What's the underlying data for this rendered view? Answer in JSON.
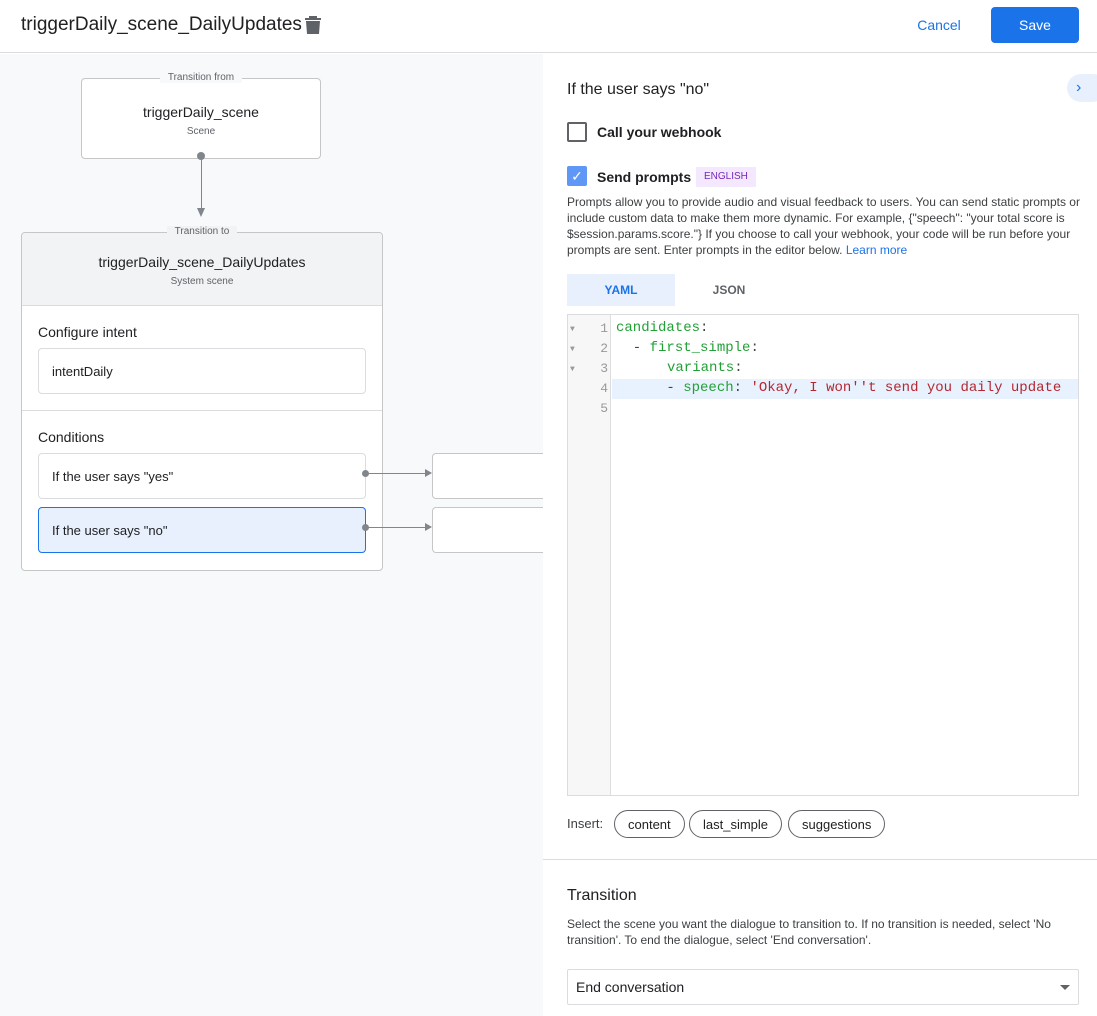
{
  "header": {
    "title": "triggerDaily_scene_DailyUpdates",
    "cancel_label": "Cancel",
    "save_label": "Save"
  },
  "canvas": {
    "from": {
      "legend": "Transition from",
      "title": "triggerDaily_scene",
      "subtitle": "Scene"
    },
    "to": {
      "legend": "Transition to",
      "title": "triggerDaily_scene_DailyUpdates",
      "subtitle": "System scene",
      "intent_heading": "Configure intent",
      "intent": "intentDaily",
      "conditions_heading": "Conditions",
      "conditions": [
        {
          "label": "If the user says \"yes\"",
          "selected": false
        },
        {
          "label": "If the user says \"no\"",
          "selected": true
        }
      ]
    }
  },
  "panel": {
    "heading": "If the user says \"no\"",
    "webhook": {
      "label": "Call your webhook",
      "checked": false
    },
    "prompts": {
      "label": "Send prompts",
      "checked": true,
      "badge": "ENGLISH",
      "description": "Prompts allow you to provide audio and visual feedback to users. You can send static prompts or include custom data to make them more dynamic. For example, {\"speech\": \"your total score is $session.params.score.\"} If you choose to call your webhook, your code will be run before your prompts are sent. Enter prompts in the editor below.",
      "learn_more": "Learn more"
    },
    "tabs": [
      {
        "label": "YAML",
        "active": true
      },
      {
        "label": "JSON",
        "active": false
      }
    ],
    "editor": {
      "lines": [
        "1",
        "2",
        "3",
        "4",
        "5"
      ],
      "l1_key": "candidates",
      "l2_dash": "  - ",
      "l2_key": "first_simple",
      "l3_key": "variants",
      "l4_dash": "      - ",
      "l4_key": "speech",
      "l4_val": "'Okay, I won''t send you daily update",
      "colon": ":"
    },
    "insert": {
      "label": "Insert:",
      "chips": [
        "content",
        "last_simple",
        "suggestions"
      ]
    },
    "transition": {
      "heading": "Transition",
      "description": "Select the scene you want the dialogue to transition to. If no transition is needed, select 'No transition'. To end the dialogue, select 'End conversation'.",
      "selected": "End conversation"
    }
  },
  "colors": {
    "accent": "#1a73e8",
    "selected_bg": "#e8f0fe",
    "badge_bg": "#f3e8fd",
    "badge_text": "#7627bb"
  }
}
